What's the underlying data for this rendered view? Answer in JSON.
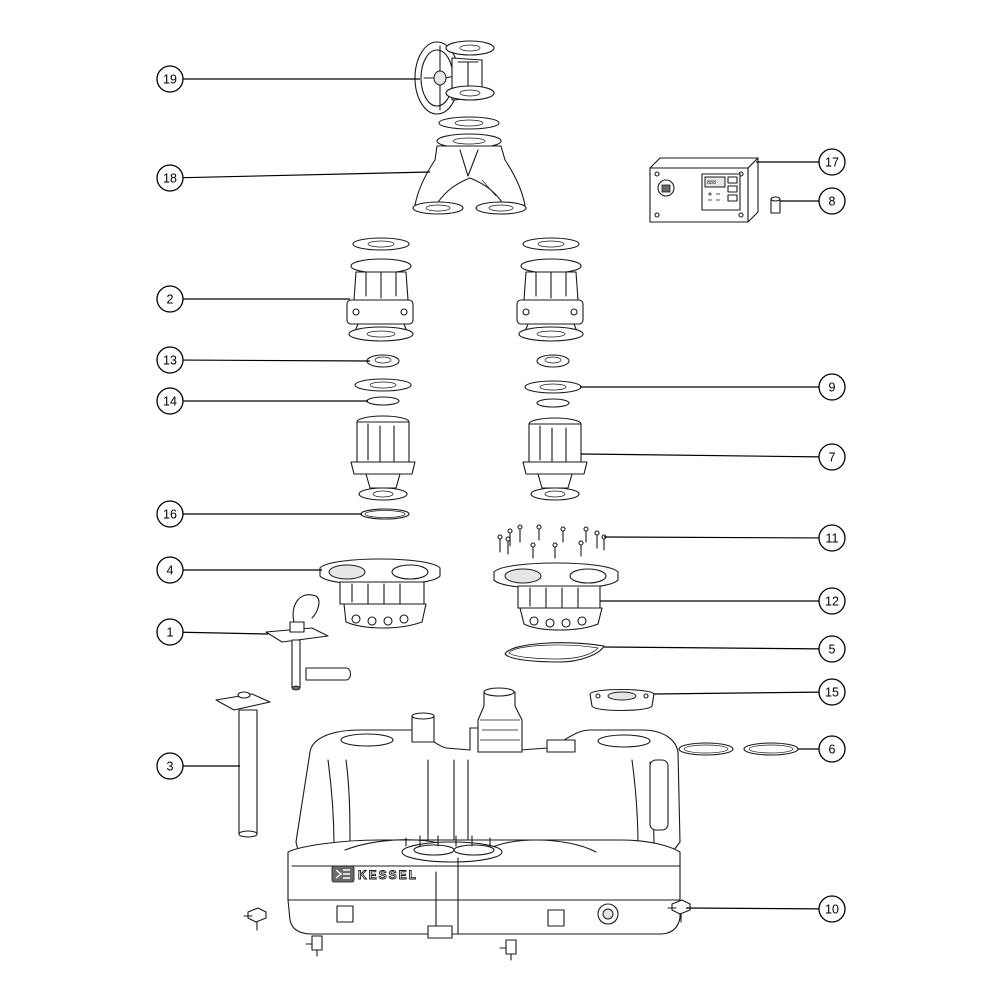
{
  "diagram": {
    "brand_logo_text": "KESSEL",
    "callouts": [
      {
        "id": "19",
        "label": "19"
      },
      {
        "id": "18",
        "label": "18"
      },
      {
        "id": "17",
        "label": "17"
      },
      {
        "id": "8",
        "label": "8"
      },
      {
        "id": "2",
        "label": "2"
      },
      {
        "id": "13",
        "label": "13"
      },
      {
        "id": "9",
        "label": "9"
      },
      {
        "id": "14",
        "label": "14"
      },
      {
        "id": "7",
        "label": "7"
      },
      {
        "id": "16",
        "label": "16"
      },
      {
        "id": "11",
        "label": "11"
      },
      {
        "id": "4",
        "label": "4"
      },
      {
        "id": "12",
        "label": "12"
      },
      {
        "id": "1",
        "label": "1"
      },
      {
        "id": "5",
        "label": "5"
      },
      {
        "id": "15",
        "label": "15"
      },
      {
        "id": "3",
        "label": "3"
      },
      {
        "id": "6",
        "label": "6"
      },
      {
        "id": "10",
        "label": "10"
      }
    ]
  }
}
